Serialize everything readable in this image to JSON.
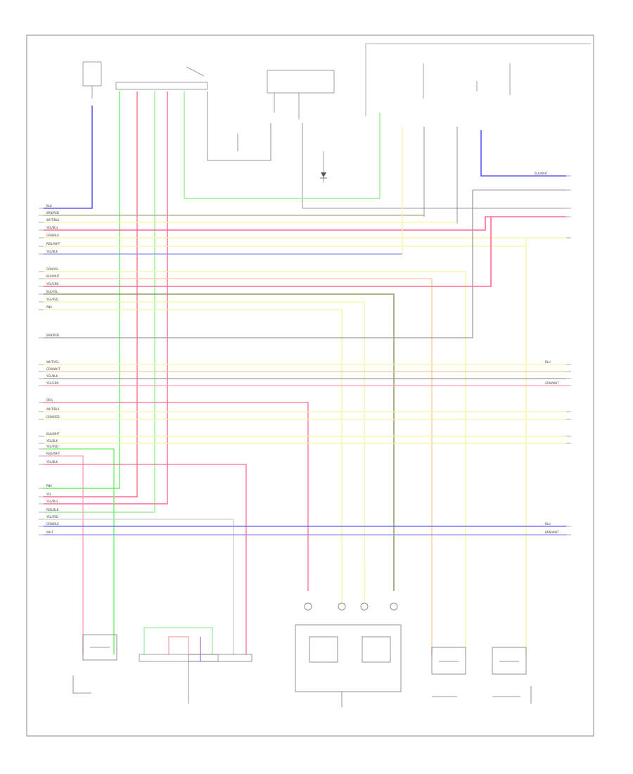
{
  "diagram": {
    "title": "",
    "footer_code": ""
  },
  "connector_rows": [
    "BLU",
    "BRN/RED",
    "WHT/BLU",
    "YEL/BLU",
    "GRN/BLU",
    "RED/WHT",
    "YEL/BLK",
    "GRN/YEL",
    "BLU/WHT",
    "YEL/GRN",
    "BLK/YEL",
    "YEL/RED",
    "PNK",
    "BRN/RED",
    "WHT/YEL",
    "GRN/WHT",
    "YEL/BLK",
    "YEL/GRN",
    "ORG",
    "WHT/BLK",
    "GRN/RED",
    "BLK/WHT",
    "YEL/BLK",
    "YEL/RED",
    "RED/WHT",
    "YEL/BLK",
    "PNK",
    "YEL",
    "YEL/BLU",
    "RED/BLK",
    "YEL/RED",
    "GRN/BLK",
    "WHT",
    "BLU/WHT",
    "BLU",
    "BRN/WHT",
    "BLU",
    "GRN/WHT"
  ],
  "legend_bottom": "",
  "colors": {
    "blue": "#5a5af2",
    "green": "#66ee66",
    "red": "#ff6b8a",
    "yellow": "#f5f5a0",
    "orange": "#f7c89a",
    "gray": "#9a9a9a",
    "darkgray": "#666666",
    "olive": "#7a8a4a",
    "pink": "#ff9fb8",
    "purple": "#b36ad6",
    "lightgreen": "#99ee99",
    "lightblue": "#8a8af5"
  }
}
